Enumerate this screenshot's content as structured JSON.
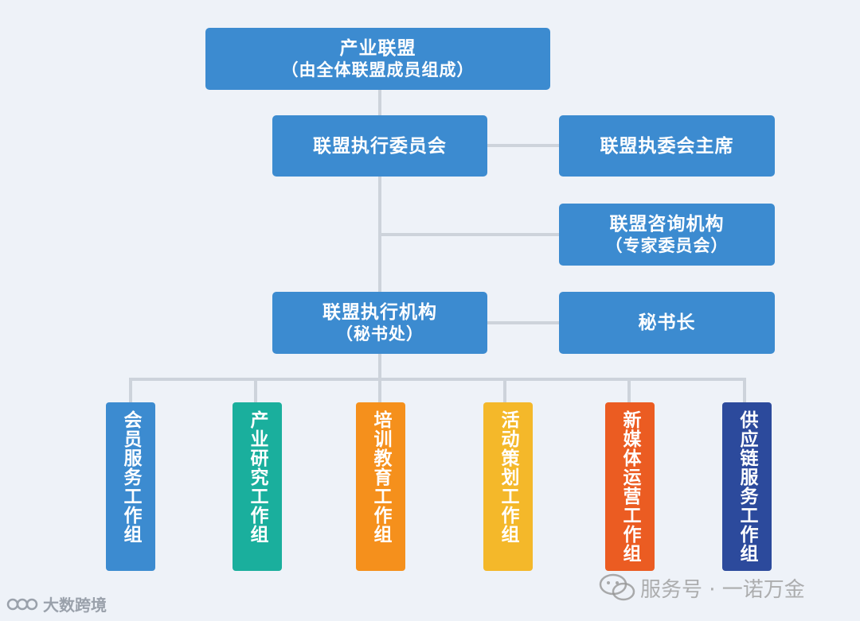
{
  "top": {
    "title": "产业联盟",
    "subtitle": "（由全体联盟成员组成）"
  },
  "executive_committee": {
    "title": "联盟执行委员会"
  },
  "chairman": {
    "title": "联盟执委会主席"
  },
  "advisory": {
    "title": "联盟咨询机构",
    "subtitle": "（专家委员会）"
  },
  "executive_office": {
    "title": "联盟执行机构",
    "subtitle": "（秘书处）"
  },
  "secretary_general": {
    "title": "秘书长"
  },
  "working_groups": [
    {
      "label": "会员服务工作组",
      "color": "#3c8bd0"
    },
    {
      "label": "产业研究工作组",
      "color": "#1aaf9d"
    },
    {
      "label": "培训教育工作组",
      "color": "#f5901c"
    },
    {
      "label": "活动策划工作组",
      "color": "#f4b82a"
    },
    {
      "label": "新媒体运营工作组",
      "color": "#eb5c22"
    },
    {
      "label": "供应链服务工作组",
      "color": "#2c4a9c"
    }
  ],
  "watermarks": {
    "left": "大数跨境",
    "right": "服务号 · 一诺万金"
  },
  "colors": {
    "box": "#3c8bd0",
    "connector": "#cdd3db",
    "background": "#eef2f8"
  }
}
